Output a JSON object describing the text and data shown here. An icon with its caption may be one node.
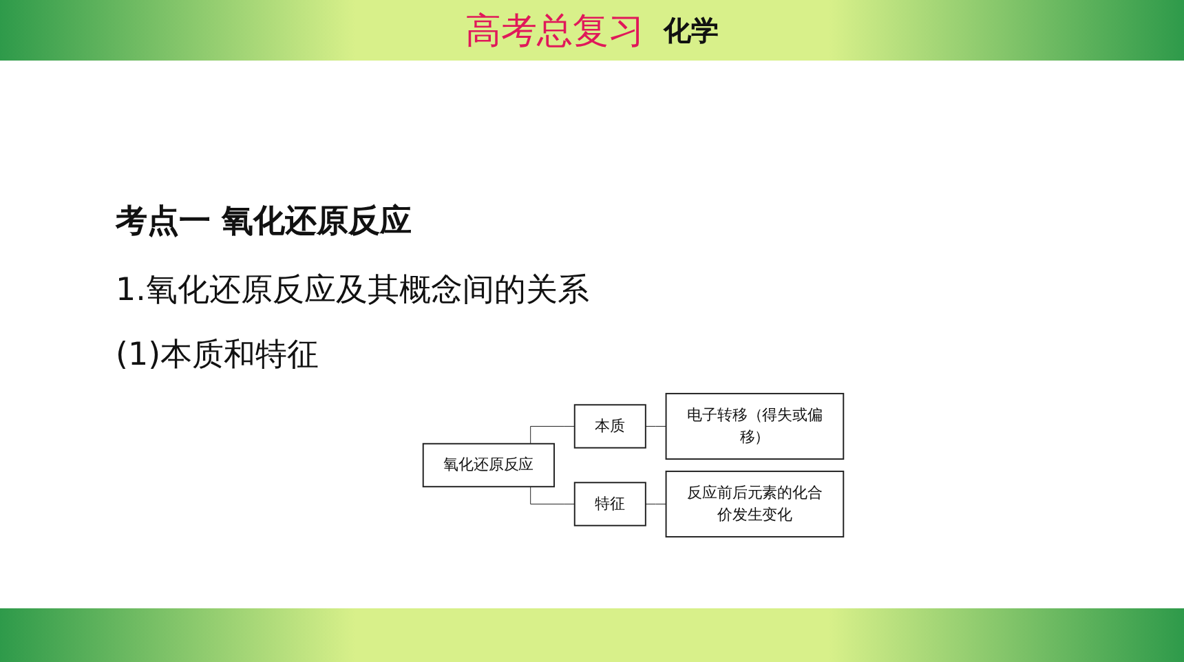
{
  "diagram": {
    "nodes": [
      {
        "text": [
          "氧化还原反应"
        ]
      },
      {
        "text": [
          "本质"
        ]
      },
      {
        "text": [
          "电子转移（得失或偏移）"
        ]
      },
      {
        "text": [
          "特征"
        ]
      },
      {
        "text": [
          "反应前后元素的化合价发生变化"
        ]
      }
    ],
    "edges": [
      {
        "from": 0,
        "to": 1,
        "arrow": "none"
      },
      {
        "from": 1,
        "to": 2,
        "arrow": "none"
      },
      {
        "from": 0,
        "to": 3,
        "arrow": "none"
      },
      {
        "from": 3,
        "to": 4,
        "arrow": "none"
      }
    ],
    "labels": [
      "高考总复习",
      "化学",
      "考点一 氧化还原反应",
      "1.氧化还原反应及其概念间的关系",
      "(1)本质和特征"
    ]
  }
}
